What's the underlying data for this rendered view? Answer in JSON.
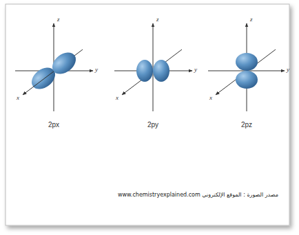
{
  "diagram": {
    "caption": "مصدر الصورة : الموقع الإلكتروني www.chemistryexplained.com",
    "labels": [
      "z",
      "y",
      "x",
      "2px",
      "z",
      "y",
      "x",
      "2py",
      "z",
      "y",
      "x",
      "2pz"
    ]
  }
}
